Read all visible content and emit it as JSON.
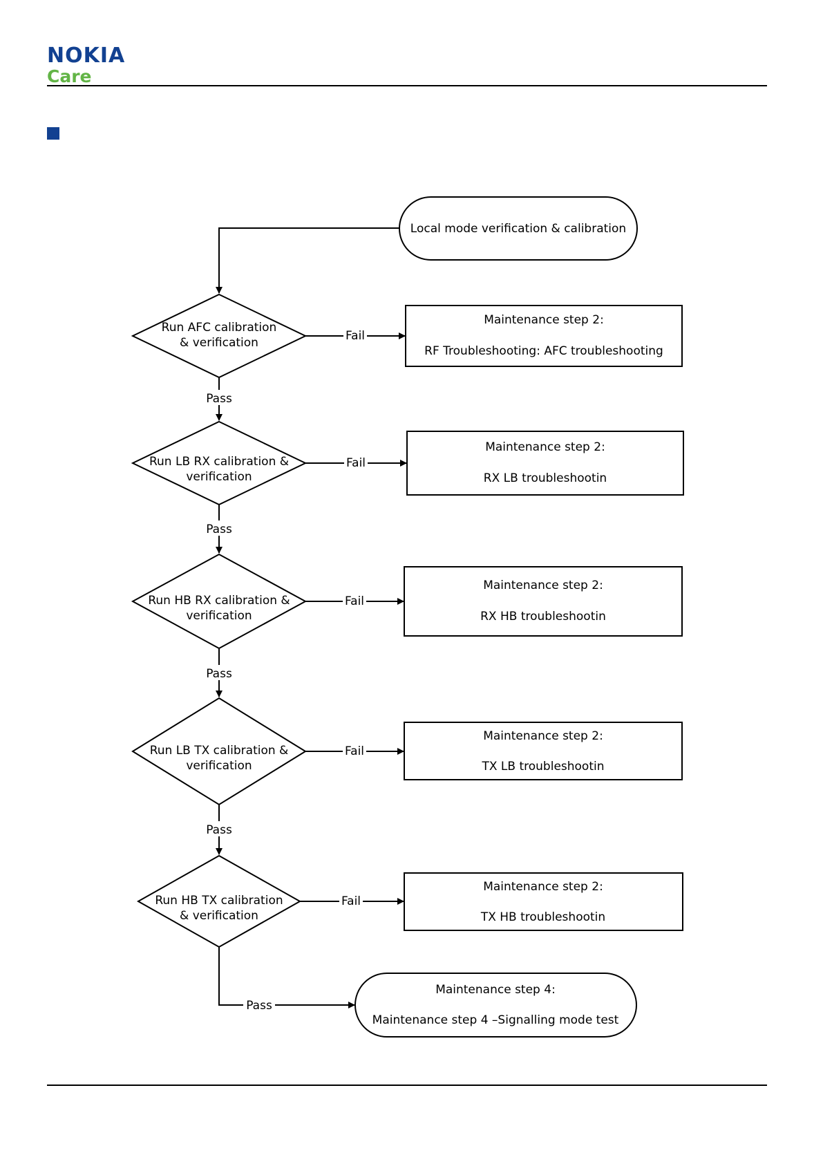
{
  "header": {
    "logo_brand": "NOKIA",
    "logo_sub": "Care",
    "brand_color": "#124191",
    "sub_color": "#62b446",
    "bullet_color": "#124191"
  },
  "flowchart": {
    "start": "Local mode verification & calibration",
    "decisions": [
      {
        "line1": "Run AFC calibration",
        "line2": "& verification"
      },
      {
        "line1": "Run LB RX calibration &",
        "line2": "verification"
      },
      {
        "line1": "Run HB RX calibration &",
        "line2": "verification"
      },
      {
        "line1": "Run LB TX calibration &",
        "line2": "verification"
      },
      {
        "line1": "Run HB TX calibration",
        "line2": "& verification"
      }
    ],
    "fail_boxes": [
      {
        "title": "Maintenance step 2:",
        "body": "RF Troubleshooting: AFC troubleshooting"
      },
      {
        "title": "Maintenance step 2:",
        "body": "RX LB troubleshootin"
      },
      {
        "title": "Maintenance step 2:",
        "body": "RX HB troubleshootin"
      },
      {
        "title": "Maintenance step 2:",
        "body": "TX LB troubleshootin"
      },
      {
        "title": "Maintenance step 2:",
        "body": "TX HB troubleshootin"
      }
    ],
    "fail_label": "Fail",
    "pass_label": "Pass",
    "end": {
      "title": "Maintenance step 4:",
      "body": "Maintenance step 4 –Signalling mode test"
    }
  }
}
